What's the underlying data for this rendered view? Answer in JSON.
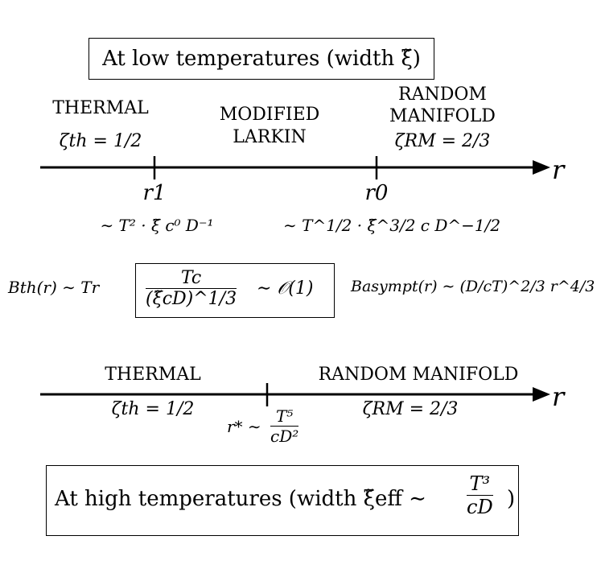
{
  "low_title": "At low temperatures (width ξ̃)",
  "top": {
    "thermal": {
      "name": "THERMAL",
      "zeta": "ζth = 1/2"
    },
    "modified": {
      "line1": "MODIFIED",
      "line2": "LARKIN"
    },
    "rm": {
      "line1": "RANDOM",
      "line2": "MANIFOLD",
      "zeta": "ζRM = 2/3"
    },
    "axis_var": "r",
    "r1": {
      "label": "r1",
      "scale": "∼ T² · ξ̃ c⁰ D⁻¹"
    },
    "r0": {
      "label": "r0",
      "scale": "∼ T^1/2 · ξ̃^3/2 c D^−1/2"
    }
  },
  "middle": {
    "b_th": "Bth(r) ∼ Tr",
    "tc_num": "Tc",
    "tc_den": "(ξ̃cD)^1/3",
    "tc_rel": "∼ 𝒪(1)",
    "b_asympt": "Basympt(r) ∼ (D/cT)^2/3 r^4/3"
  },
  "bottom": {
    "thermal": {
      "name": "THERMAL",
      "zeta": "ζth = 1/2"
    },
    "rm": {
      "name": "RANDOM MANIFOLD",
      "zeta": "ζRM = 2/3"
    },
    "axis_var": "r",
    "rstar": {
      "label": "r* ∼",
      "num": "T⁵",
      "den": "cD²"
    }
  },
  "high_title": {
    "prefix": "At high temperatures (width ξ̃eff ∼",
    "num": "T³",
    "den": "cD",
    "suffix": ")"
  }
}
